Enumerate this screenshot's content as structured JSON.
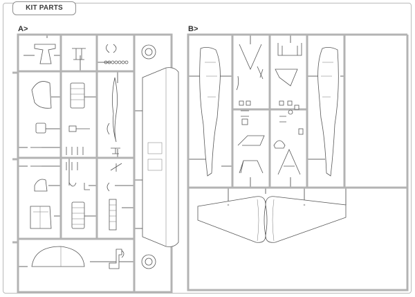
{
  "header": {
    "title": "KIT PARTS"
  },
  "sprues": [
    {
      "id": "A",
      "label": "A>"
    },
    {
      "id": "B",
      "label": "B>"
    }
  ],
  "colors": {
    "sprue": "#b3b3b3",
    "part_outline": "#555555",
    "border": "#b9b9b9"
  }
}
